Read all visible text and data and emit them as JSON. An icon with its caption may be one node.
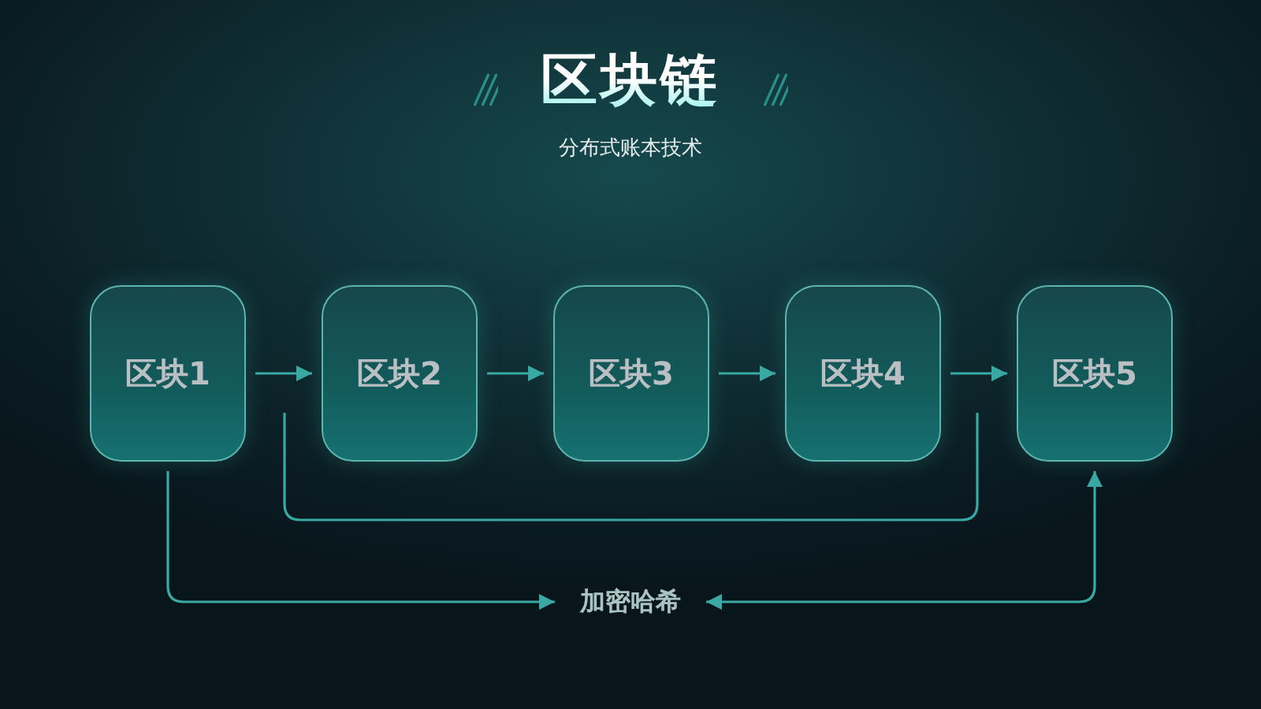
{
  "diagram": {
    "title": "区块链",
    "nodes": [
      {
        "text": [
          "区块1"
        ]
      },
      {
        "text": [
          "区块2"
        ]
      },
      {
        "text": [
          "区块3"
        ]
      },
      {
        "text": [
          "区块4"
        ]
      },
      {
        "text": [
          "区块5"
        ]
      },
      {
        "text": [
          "加密哈希"
        ]
      }
    ],
    "edges": [
      {
        "from": 0,
        "to": 1,
        "arrow": "to"
      },
      {
        "from": 1,
        "to": 2,
        "arrow": "to"
      },
      {
        "from": 2,
        "to": 3,
        "arrow": "to"
      },
      {
        "from": 3,
        "to": 4,
        "arrow": "to"
      },
      {
        "from": 0,
        "to": 5,
        "arrow": "to"
      },
      {
        "from": 5,
        "to": 4,
        "arrow": "both"
      }
    ],
    "labels": [
      "分布式账本技术"
    ]
  }
}
